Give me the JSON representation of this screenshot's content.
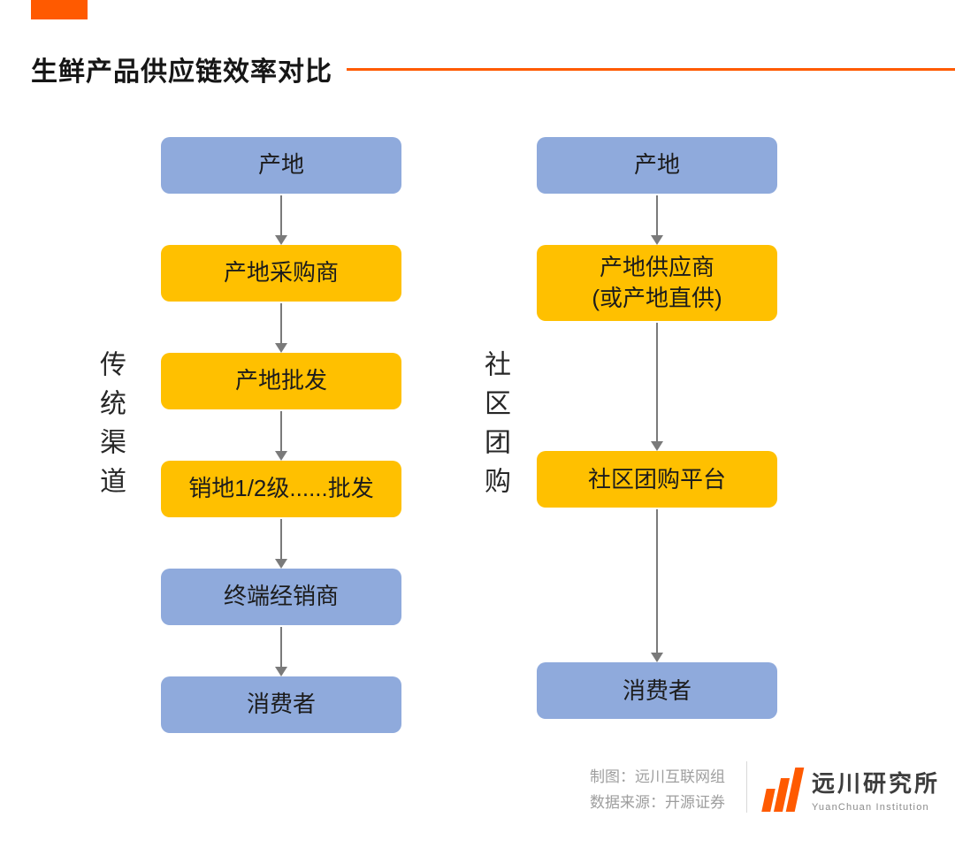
{
  "title": "生鲜产品供应链效率对比",
  "colors": {
    "accent": "#FF5A00",
    "blue": "#8FAADC",
    "yellow": "#FFC000",
    "arrow": "#7A7A7A"
  },
  "flows": {
    "left": {
      "label": "传统渠道",
      "nodes": [
        {
          "text": "产地",
          "color": "blue"
        },
        {
          "text": "产地采购商",
          "color": "yellow"
        },
        {
          "text": "产地批发",
          "color": "yellow"
        },
        {
          "text": "销地1/2级......批发",
          "color": "yellow"
        },
        {
          "text": "终端经销商",
          "color": "blue"
        },
        {
          "text": "消费者",
          "color": "blue"
        }
      ]
    },
    "right": {
      "label": "社区团购",
      "nodes": [
        {
          "text": "产地",
          "color": "blue"
        },
        {
          "text": "产地供应商\n(或产地直供)",
          "color": "yellow"
        },
        {
          "text": "社区团购平台",
          "color": "yellow"
        },
        {
          "text": "消费者",
          "color": "blue"
        }
      ]
    }
  },
  "footer": {
    "credit_line1": "制图：远川互联网组",
    "credit_line2": "数据来源：开源证券",
    "logo_title": "远川研究所",
    "logo_subtitle": "YuanChuan Institution"
  }
}
